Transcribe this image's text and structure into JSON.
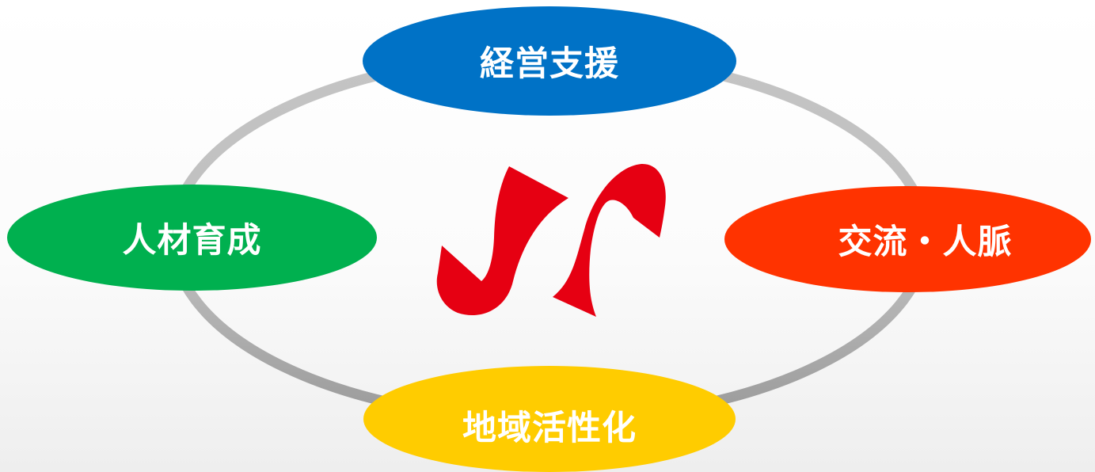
{
  "diagram": {
    "nodes": {
      "top": {
        "label": "経営支援",
        "color": "#0072c6"
      },
      "left": {
        "label": "人材育成",
        "color": "#00b04f"
      },
      "right": {
        "label": "交流・人脈",
        "color": "#ff3300"
      },
      "bottom": {
        "label": "地域活性化",
        "color": "#ffcc00"
      }
    },
    "ring_color": "#bdbdbd",
    "logo_color": "#e60012"
  }
}
